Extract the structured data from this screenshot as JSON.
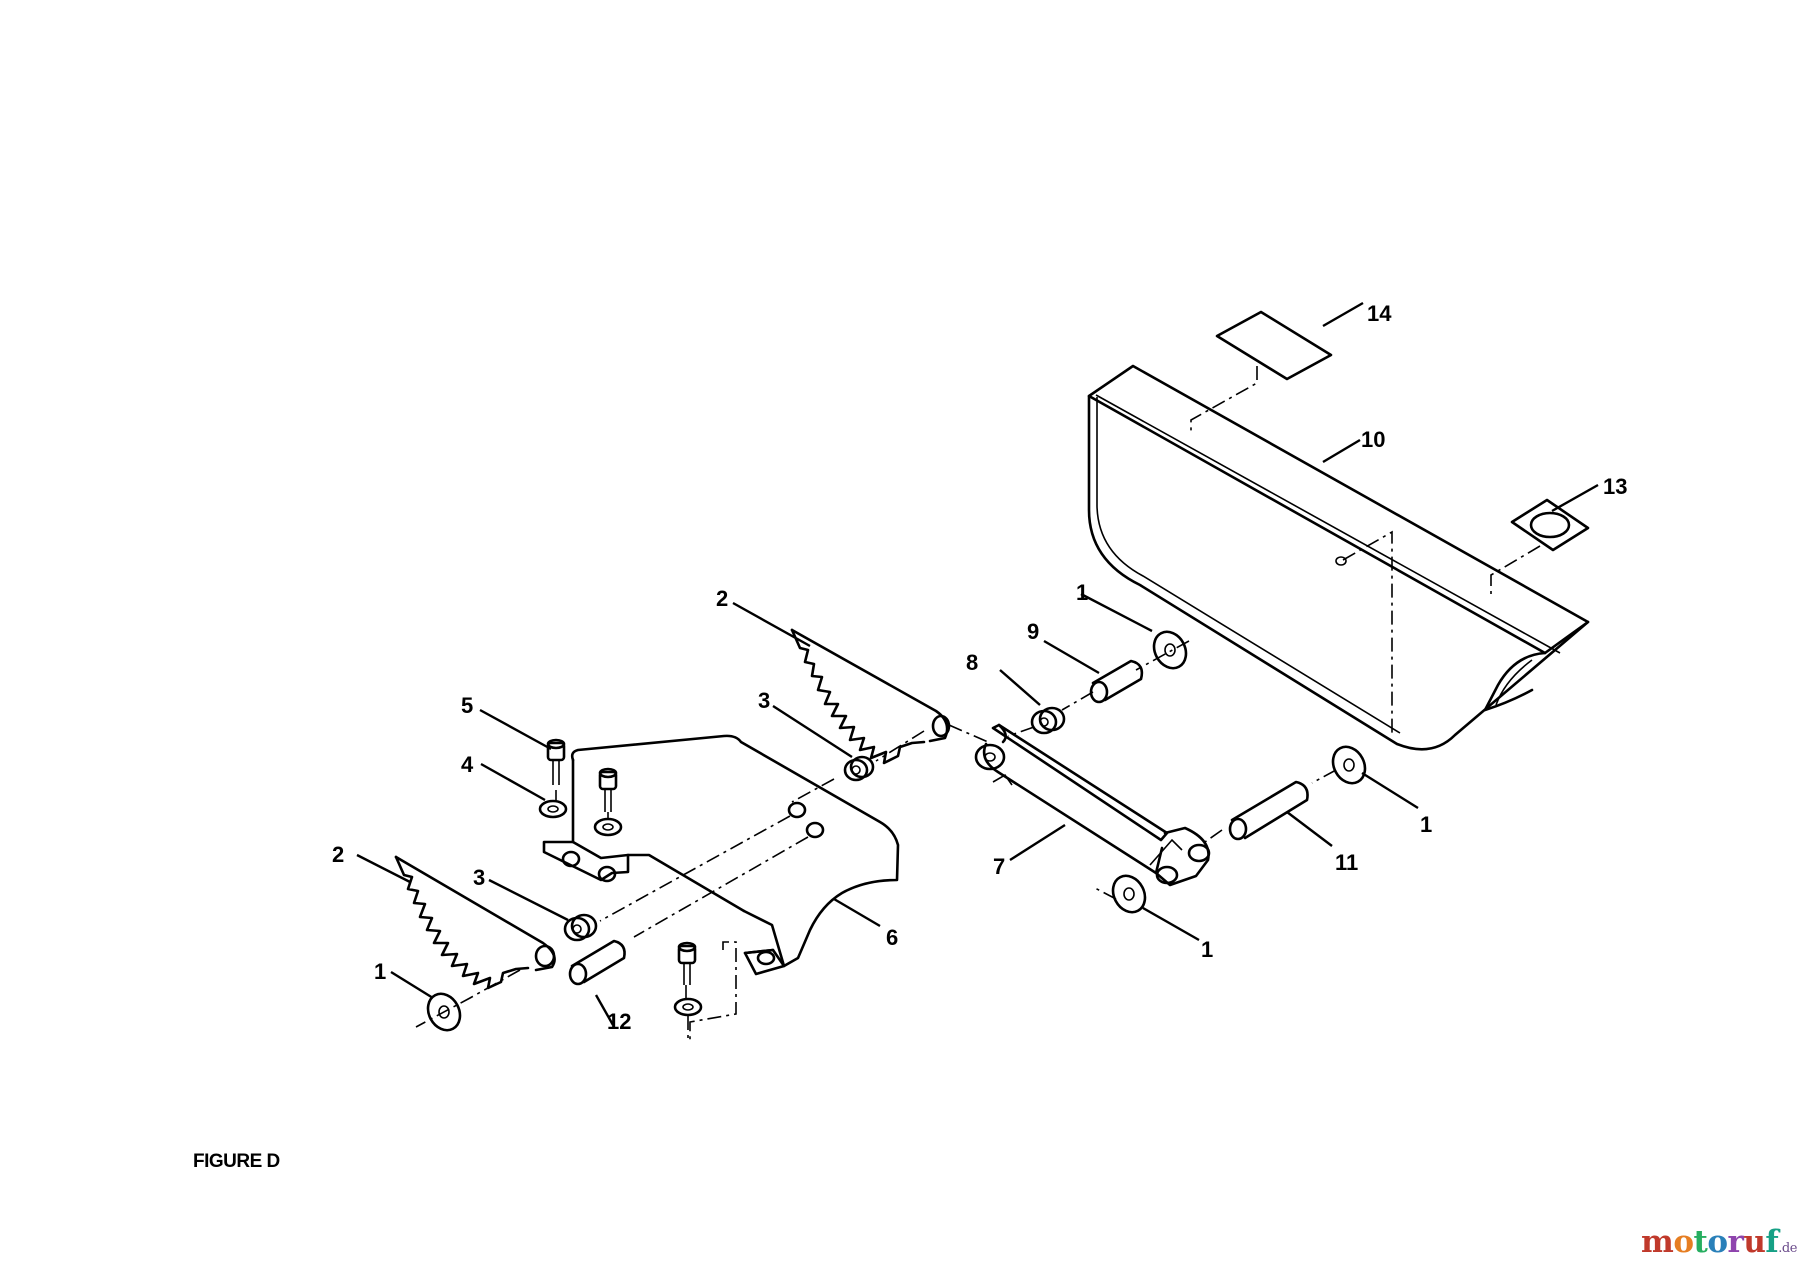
{
  "figure_label": "FIGURE D",
  "callouts": {
    "c1a": "1",
    "c1b": "1",
    "c1c": "1",
    "c1d": "1",
    "c2a": "2",
    "c2b": "2",
    "c3a": "3",
    "c3b": "3",
    "c4": "4",
    "c5": "5",
    "c6": "6",
    "c7": "7",
    "c8": "8",
    "c9": "9",
    "c10": "10",
    "c11": "11",
    "c12": "12",
    "c13": "13",
    "c14": "14"
  },
  "watermark": {
    "letters": [
      "m",
      "o",
      "t",
      "o",
      "r",
      "u",
      "f"
    ],
    "letter_colors": [
      "#c0392b",
      "#e67e22",
      "#27ae60",
      "#2980b9",
      "#8e44ad",
      "#c0392b",
      "#16a085"
    ],
    "tld": ".de"
  }
}
